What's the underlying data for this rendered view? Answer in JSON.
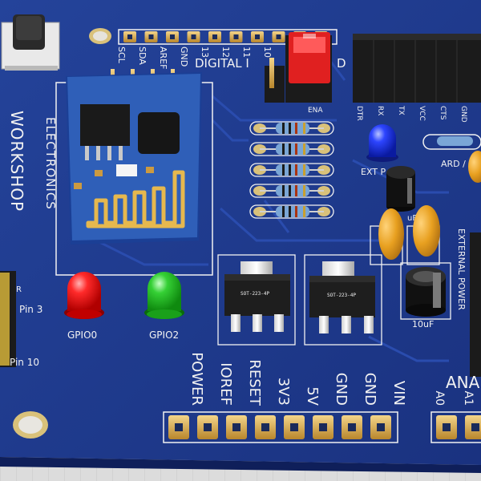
{
  "colors": {
    "pcb": "#1f3a8c",
    "pcb_dark": "#16296a",
    "background": "#dcdcdc",
    "silkscreen": "#f2f2f2",
    "gold": "#d9a74a",
    "esp_module": "#2f5fb8",
    "led_red": "#ff1a1a",
    "led_green": "#33cc33",
    "led_blue": "#2244ff",
    "jumper": "#e02020",
    "header_black": "#1b1b1b",
    "cap_yellow": "#e8a020",
    "cap_black": "#111111",
    "resistor_body": "#7aa6d6"
  },
  "header_top": {
    "pin_labels": [
      "SCL",
      "SDA",
      "AREF",
      "GND",
      "13",
      "12",
      "11",
      "10"
    ],
    "digital_label": "DIGITAL I",
    "right_partial": "D"
  },
  "brand": {
    "line1": "ELECTRONICS",
    "line2": "WORKSHOP"
  },
  "jumper": {
    "label": "ENA"
  },
  "ftdi": {
    "pins": [
      "DTR",
      "RX",
      "TX",
      "VCC",
      "CTS",
      "GND"
    ]
  },
  "leds": [
    {
      "label": "GPIO0",
      "color": "red"
    },
    {
      "label": "GPIO2",
      "color": "green"
    }
  ],
  "ext_power": {
    "label": "EXT P",
    "side_label": "EXTERNAL POWER",
    "ard_label": "ARD /"
  },
  "caps": {
    "electrolytic_label": "10uF",
    "small_label": "uF"
  },
  "regulators": [
    {
      "label": "SOT-223-4P"
    },
    {
      "label": "SOT-223-4P"
    }
  ],
  "left_header": {
    "top_partial": "R",
    "pin3": "Pin 3",
    "pin10": "Pin 10"
  },
  "power_header": {
    "labels": [
      "POWER",
      "IOREF",
      "RESET",
      "3V3",
      "5V",
      "GND",
      "GND",
      "VIN"
    ]
  },
  "analog_header": {
    "title": "ANA",
    "labels": [
      "A0",
      "A1"
    ]
  },
  "resistors": {
    "count": 5
  }
}
